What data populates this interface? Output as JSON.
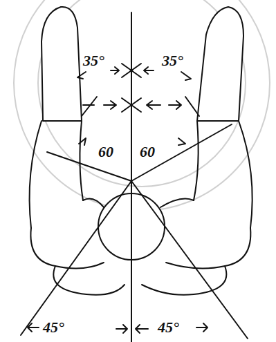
{
  "diagram": {
    "labels": [
      "35°",
      "35°",
      "60",
      "60",
      "45°",
      "45°"
    ]
  }
}
